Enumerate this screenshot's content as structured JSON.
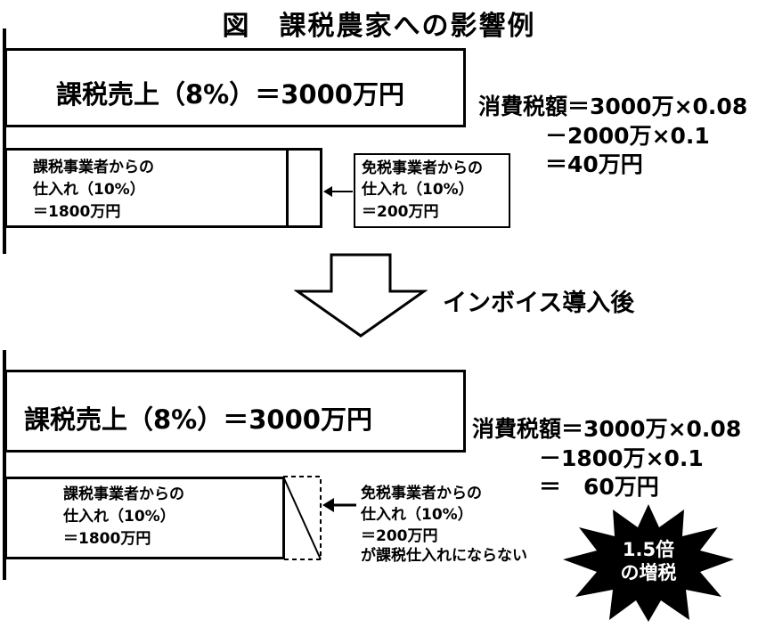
{
  "title": "図　課税農家への影響例",
  "before": {
    "sales": "課税売上（8%）＝3000万円",
    "taxable_purchase": [
      "課税事業者からの",
      "仕入れ（10%）",
      "＝1800万円"
    ],
    "exempt_purchase": [
      "免税事業者からの",
      "仕入れ（10%）",
      "＝200万円"
    ],
    "tax_calc": [
      "消費税額＝3000万×0.08",
      "　　　－2000万×0.1",
      "　　　＝40万円"
    ]
  },
  "transition_label": "インボイス導入後",
  "after": {
    "sales": "課税売上（8%）＝3000万円",
    "taxable_purchase": [
      "課税事業者からの",
      "仕入れ（10%）",
      "＝1800万円"
    ],
    "exempt_purchase": [
      "免税事業者からの",
      "仕入れ（10%）",
      "＝200万円",
      "が課税仕入れにならない"
    ],
    "tax_calc": [
      "消費税額＝3000万×0.08",
      "　　　－1800万×0.1",
      "　　　＝　60万円"
    ]
  },
  "callout": [
    "1.5倍",
    "の増税"
  ]
}
